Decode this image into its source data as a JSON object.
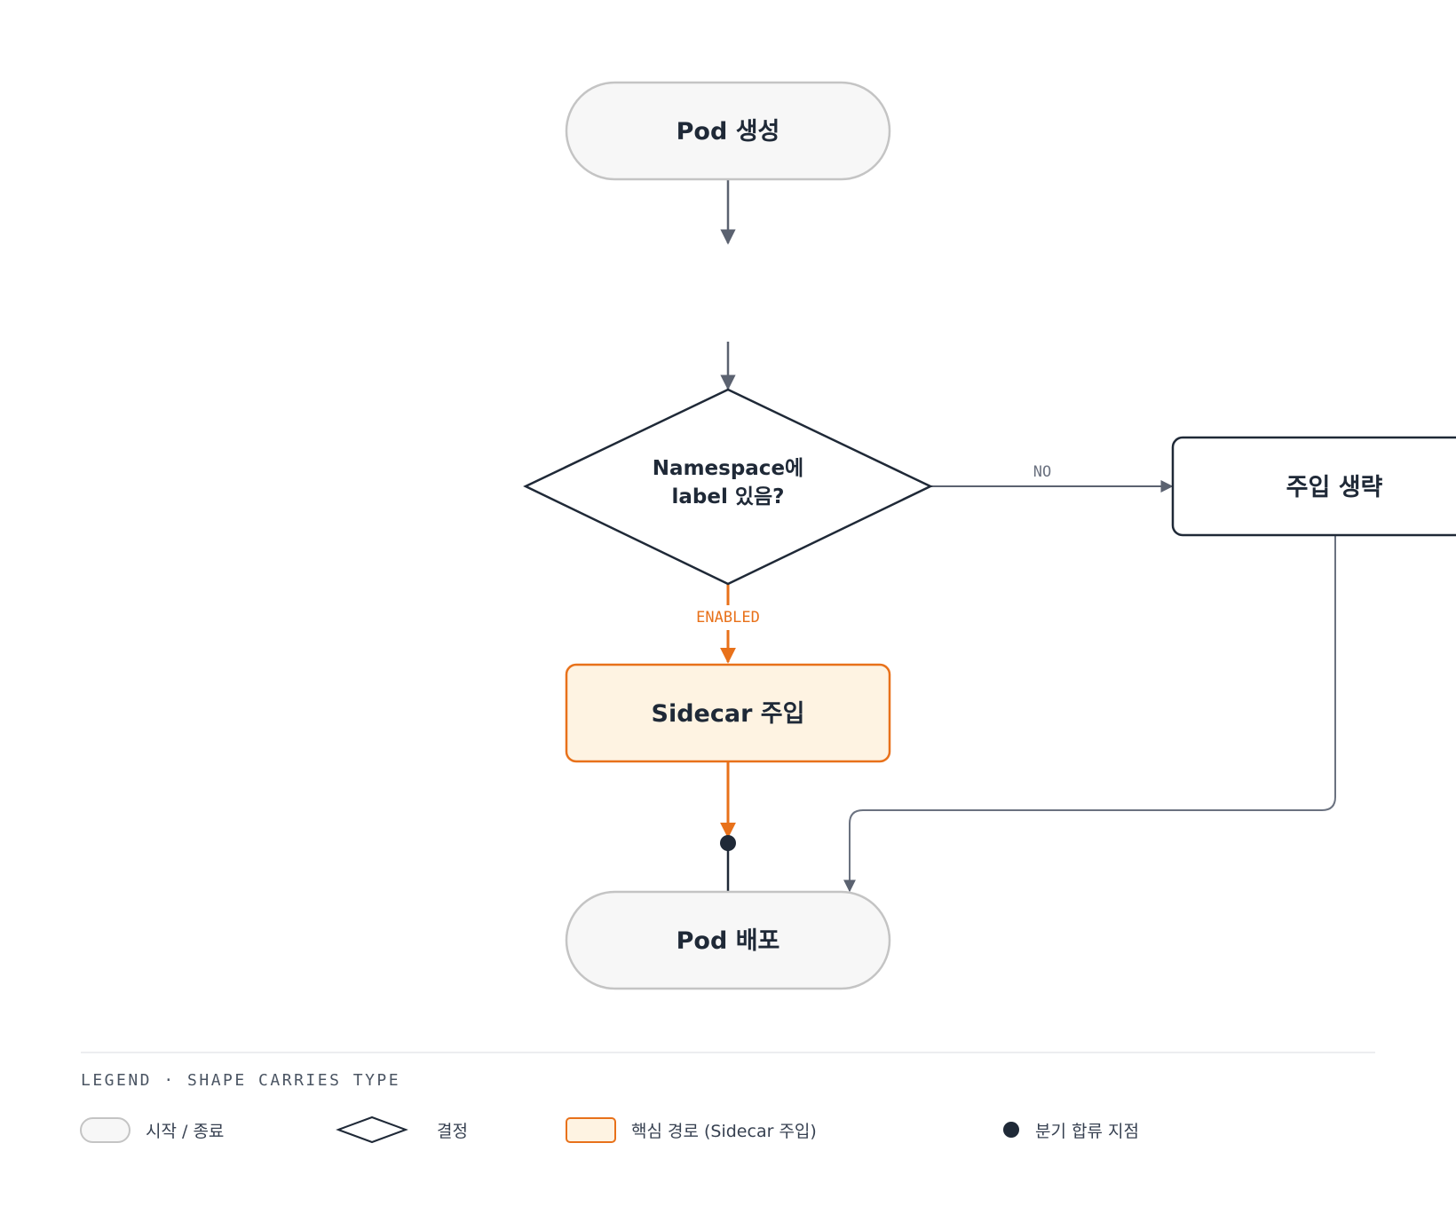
{
  "nodes": {
    "start": {
      "label": "Pod 생성"
    },
    "decision": {
      "line1": "Namespace에",
      "line2": "label 있음?"
    },
    "skip": {
      "label": "주입 생략"
    },
    "inject": {
      "label": "Sidecar 주입"
    },
    "end": {
      "label": "Pod 배포"
    }
  },
  "edges": {
    "no_label": "NO",
    "enabled_label": "ENABLED"
  },
  "legend": {
    "title": "LEGEND · SHAPE CARRIES TYPE",
    "items": {
      "terminal": "시작 / 종료",
      "decision": "결정",
      "core_path": "핵심 경로 (Sidecar 주입)",
      "junction": "분기 합류 지점"
    }
  },
  "colors": {
    "accent": "#e8711a",
    "accent_fill": "#fef3e2",
    "dark": "#1f2937",
    "gray_line": "#6b7280",
    "terminal_fill": "#f7f7f7",
    "terminal_stroke": "#c4c4c4"
  }
}
